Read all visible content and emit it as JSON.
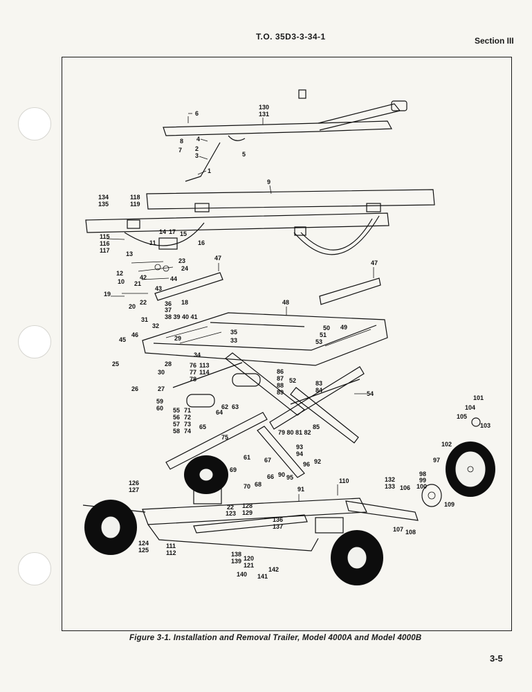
{
  "header": {
    "doc_number": "T.O. 35D3-3-34-1",
    "section": "Section III"
  },
  "figure": {
    "caption": "Figure 3-1.   Installation and Removal Trailer, Model 4000A and Model 4000B"
  },
  "footer": {
    "page_number": "3-5"
  },
  "callouts": [
    {
      "t": "6"
    },
    {
      "t": "130"
    },
    {
      "t": "131"
    },
    {
      "t": "8"
    },
    {
      "t": "4"
    },
    {
      "t": "7"
    },
    {
      "t": "2"
    },
    {
      "t": "3"
    },
    {
      "t": "5"
    },
    {
      "t": "1"
    },
    {
      "t": "9"
    },
    {
      "t": "134"
    },
    {
      "t": "135"
    },
    {
      "t": "118"
    },
    {
      "t": "119"
    },
    {
      "t": "14"
    },
    {
      "t": "17"
    },
    {
      "t": "15"
    },
    {
      "t": "11"
    },
    {
      "t": "16"
    },
    {
      "t": "115"
    },
    {
      "t": "116"
    },
    {
      "t": "117"
    },
    {
      "t": "13"
    },
    {
      "t": "23"
    },
    {
      "t": "24"
    },
    {
      "t": "12"
    },
    {
      "t": "10"
    },
    {
      "t": "42"
    },
    {
      "t": "44"
    },
    {
      "t": "21"
    },
    {
      "t": "43"
    },
    {
      "t": "19"
    },
    {
      "t": "22"
    },
    {
      "t": "18"
    },
    {
      "t": "20"
    },
    {
      "t": "36"
    },
    {
      "t": "37"
    },
    {
      "t": "38  39  40  41"
    },
    {
      "t": "47"
    },
    {
      "t": "47"
    },
    {
      "t": "48"
    },
    {
      "t": "31"
    },
    {
      "t": "32"
    },
    {
      "t": "50"
    },
    {
      "t": "49"
    },
    {
      "t": "51"
    },
    {
      "t": "53"
    },
    {
      "t": "46"
    },
    {
      "t": "45"
    },
    {
      "t": "35"
    },
    {
      "t": "33"
    },
    {
      "t": "34"
    },
    {
      "t": "29"
    },
    {
      "t": "28"
    },
    {
      "t": "25"
    },
    {
      "t": "30"
    },
    {
      "t": "26"
    },
    {
      "t": "27"
    },
    {
      "t": "76"
    },
    {
      "t": "77"
    },
    {
      "t": "78"
    },
    {
      "t": "113"
    },
    {
      "t": "114"
    },
    {
      "t": "86"
    },
    {
      "t": "87"
    },
    {
      "t": "88"
    },
    {
      "t": "89"
    },
    {
      "t": "52"
    },
    {
      "t": "83"
    },
    {
      "t": "84"
    },
    {
      "t": "54"
    },
    {
      "t": "59"
    },
    {
      "t": "60"
    },
    {
      "t": "55"
    },
    {
      "t": "56"
    },
    {
      "t": "57"
    },
    {
      "t": "58"
    },
    {
      "t": "71"
    },
    {
      "t": "72"
    },
    {
      "t": "73"
    },
    {
      "t": "74"
    },
    {
      "t": "62"
    },
    {
      "t": "63"
    },
    {
      "t": "64"
    },
    {
      "t": "65"
    },
    {
      "t": "75"
    },
    {
      "t": "79  80  81  82"
    },
    {
      "t": "85"
    },
    {
      "t": "101"
    },
    {
      "t": "104"
    },
    {
      "t": "105"
    },
    {
      "t": "103"
    },
    {
      "t": "102"
    },
    {
      "t": "93"
    },
    {
      "t": "94"
    },
    {
      "t": "61"
    },
    {
      "t": "67"
    },
    {
      "t": "69"
    },
    {
      "t": "66"
    },
    {
      "t": "70"
    },
    {
      "t": "68"
    },
    {
      "t": "90"
    },
    {
      "t": "95"
    },
    {
      "t": "96"
    },
    {
      "t": "92"
    },
    {
      "t": "91"
    },
    {
      "t": "97"
    },
    {
      "t": "98"
    },
    {
      "t": "99"
    },
    {
      "t": "100"
    },
    {
      "t": "126"
    },
    {
      "t": "127"
    },
    {
      "t": "110"
    },
    {
      "t": "132"
    },
    {
      "t": "133"
    },
    {
      "t": "106"
    },
    {
      "t": "109"
    },
    {
      "t": "22"
    },
    {
      "t": "123"
    },
    {
      "t": "128"
    },
    {
      "t": "129"
    },
    {
      "t": "136"
    },
    {
      "t": "137"
    },
    {
      "t": "107"
    },
    {
      "t": "108"
    },
    {
      "t": "124"
    },
    {
      "t": "125"
    },
    {
      "t": "111"
    },
    {
      "t": "112"
    },
    {
      "t": "138"
    },
    {
      "t": "139"
    },
    {
      "t": "120"
    },
    {
      "t": "121"
    },
    {
      "t": "142"
    },
    {
      "t": "140"
    },
    {
      "t": "141"
    }
  ]
}
